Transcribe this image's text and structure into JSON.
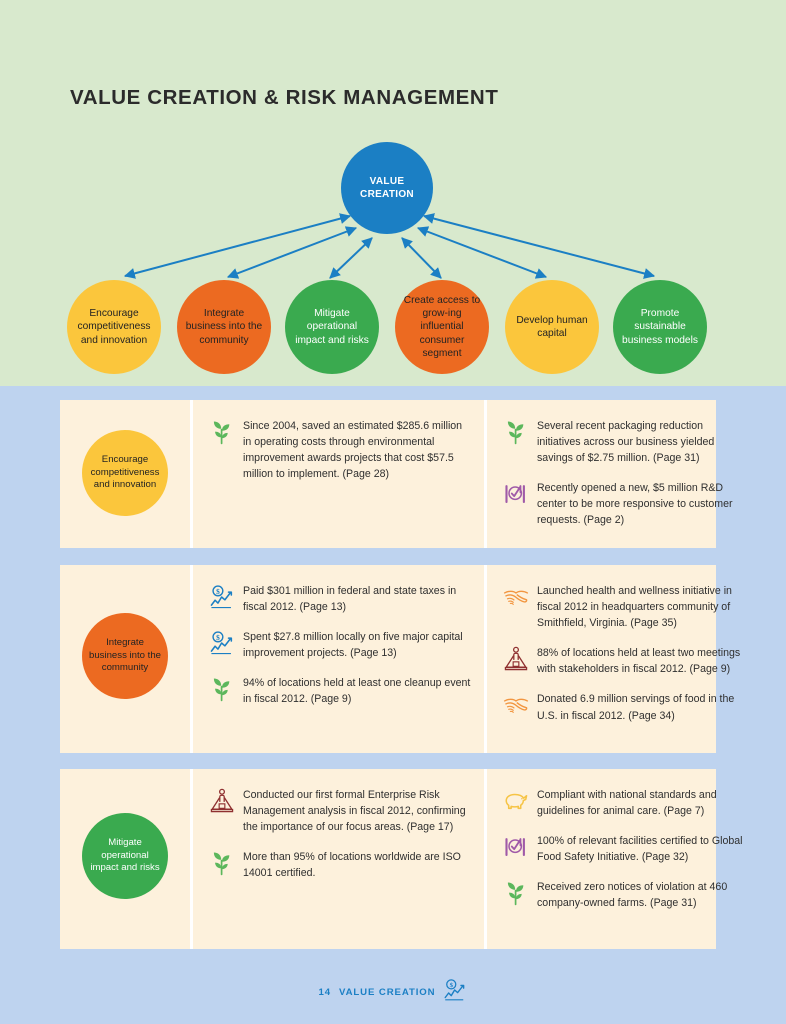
{
  "page": {
    "title": "VALUE CREATION & RISK MANAGEMENT",
    "background_top": "#d8e9cd",
    "background_bottom": "#bed3ef",
    "card_background": "#fdf1dc"
  },
  "diagram": {
    "hub": {
      "label": "VALUE\nCREATION",
      "line1": "VALUE",
      "line2": "CREATION",
      "color": "#1b7fc4"
    },
    "arrow_color": "#1b7fc4",
    "nodes": [
      {
        "label": "Encourage competitiveness and innovation",
        "color": "#fbc63c",
        "text_color": "dark"
      },
      {
        "label": "Integrate business into the community",
        "color": "#ec6a21",
        "text_color": "dark"
      },
      {
        "label": "Mitigate operational impact and risks",
        "color": "#3aaa4f",
        "text_color": "light"
      },
      {
        "label": "Create access to grow-ing influential consumer segment",
        "color": "#ec6a21",
        "text_color": "dark"
      },
      {
        "label": "Develop human capital",
        "color": "#fbc63c",
        "text_color": "dark"
      },
      {
        "label": "Promote sustainable business models",
        "color": "#3aaa4f",
        "text_color": "light"
      }
    ]
  },
  "rows": [
    {
      "circle": {
        "label": "Encourage competitiveness and innovation",
        "color": "#fbc63c",
        "text_color": "dark"
      },
      "left_items": [
        {
          "icon": "sprout-icon",
          "text": "Since 2004, saved an estimated $285.6 million in operating costs through environmental improvement awards projects that cost $57.5 million to implement. (Page 28)"
        }
      ],
      "right_items": [
        {
          "icon": "sprout-icon",
          "text": "Several recent packaging reduction initiatives across our business yielded savings of $2.75 million. (Page 31)"
        },
        {
          "icon": "food-safety-icon",
          "text": "Recently opened a new, $5 million R&D center to be more responsive to customer requests. (Page 2)"
        }
      ]
    },
    {
      "circle": {
        "label": "Integrate business into the community",
        "color": "#ec6a21",
        "text_color": "dark"
      },
      "left_items": [
        {
          "icon": "economic-chart-icon",
          "text": "Paid $301 million in federal and state taxes in fiscal 2012. (Page 13)"
        },
        {
          "icon": "economic-chart-icon",
          "text": "Spent $27.8 million locally on five major capital improvement projects. (Page 13)"
        },
        {
          "icon": "sprout-icon",
          "text": "94% of locations held at least one cleanup event in fiscal 2012. (Page 9)"
        }
      ],
      "right_items": [
        {
          "icon": "handshake-icon",
          "text": "Launched health and wellness initiative in fiscal 2012 in headquarters commu­nity of Smithfield, Virginia. (Page 35)"
        },
        {
          "icon": "podium-speaker-icon",
          "text": "88% of locations held at least two meetings with stakeholders in fiscal 2012. (Page 9)"
        },
        {
          "icon": "handshake-icon",
          "text": "Donated 6.9 million servings of food in the U.S. in fiscal 2012. (Page 34)"
        }
      ]
    },
    {
      "circle": {
        "label": "Mitigate operational impact and risks",
        "color": "#3aaa4f",
        "text_color": "light"
      },
      "left_items": [
        {
          "icon": "podium-speaker-icon",
          "text": "Conducted our first formal Enterprise Risk Management analysis in fiscal 2012, confirming the importance of our focus areas. (Page 17)"
        },
        {
          "icon": "sprout-icon",
          "text": "More than 95% of locations worldwide are ISO 14001 certified."
        }
      ],
      "right_items": [
        {
          "icon": "pig-icon",
          "text": "Compliant with national standards and guidelines for animal care. (Page 7)"
        },
        {
          "icon": "food-safety-icon",
          "text": "100% of relevant facilities certified to Global Food Safety Initiative. (Page 32)"
        },
        {
          "icon": "sprout-icon",
          "text": "Received zero notices of violation at 460 company-owned farms. (Page 31)"
        }
      ]
    }
  ],
  "footer": {
    "page_number": "14",
    "section": "VALUE CREATION",
    "icon": "economic-chart-icon",
    "color": "#1b7fc4"
  },
  "icon_colors": {
    "sprout": "#5cb75c",
    "food_safety": "#a05aa8",
    "economic_chart": "#1b7fc4",
    "handshake": "#f29640",
    "podium": "#8f3030",
    "pig": "#f6c445"
  }
}
